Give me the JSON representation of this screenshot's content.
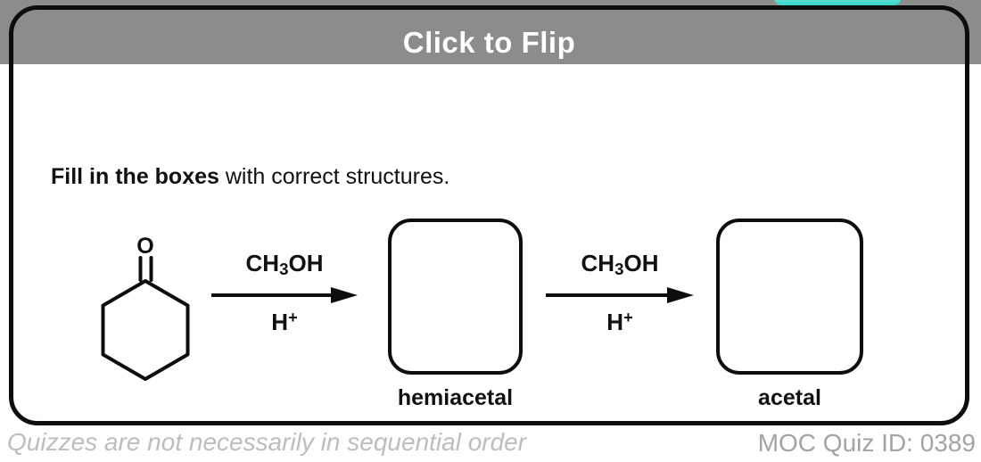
{
  "header": {
    "title": "Click to Flip"
  },
  "instruction": {
    "bold_part": "Fill in the boxes",
    "rest": " with correct structures."
  },
  "reaction": {
    "start_molecule": {
      "oxygen_label": "O"
    },
    "steps": [
      {
        "reagent_above": {
          "pre": "CH",
          "sub": "3",
          "post": "OH"
        },
        "reagent_below": {
          "base": "H",
          "sup": "+"
        },
        "product_label": "hemiacetal"
      },
      {
        "reagent_above": {
          "pre": "CH",
          "sub": "3",
          "post": "OH"
        },
        "reagent_below": {
          "base": "H",
          "sup": "+"
        },
        "product_label": "acetal"
      }
    ]
  },
  "footer": {
    "left": "Quizzes are not necessarily in sequential order",
    "right": "MOC Quiz ID: 0389"
  },
  "colors": {
    "header_band": "#8c8c8c",
    "card_border": "#0d0d0d",
    "teal_accent": "#35d4c8",
    "title_text": "#ffffff",
    "footer_left": "#bdbdbd",
    "footer_right": "#a3a3a3"
  }
}
